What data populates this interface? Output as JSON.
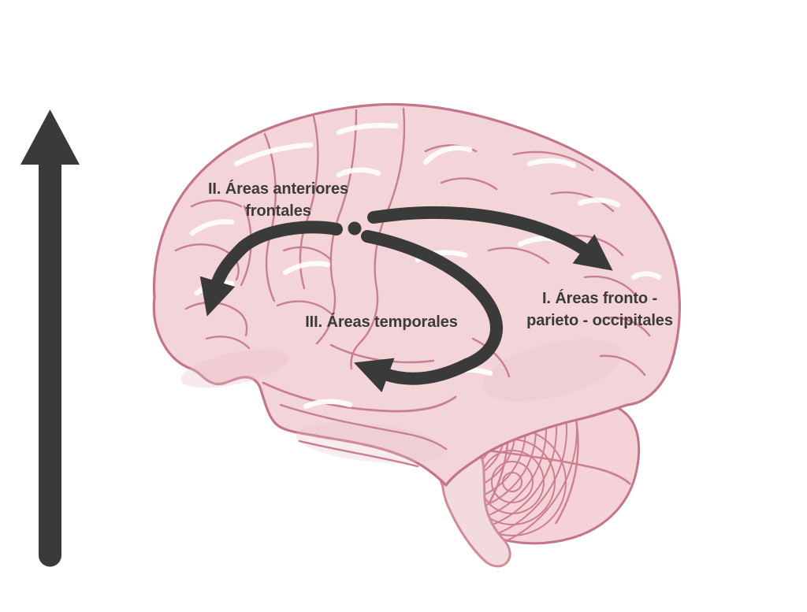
{
  "colors": {
    "background": "#ffffff",
    "arrow": "#3a3a3a",
    "text": "#3b3b3b",
    "brain_fill": "#f3d4d8",
    "brain_outline": "#c3758a",
    "cerebellum_fill": "#f4d2d7",
    "cerebellum_stripe": "#c9808f",
    "brainstem_fill": "#f3dadd",
    "gyri_line": "#c87f90",
    "highlight": "#ffffff"
  },
  "labels": {
    "area1_line1": "I. Áreas fronto -",
    "area1_line2": "parieto - occipitales",
    "area2_line1": "II. Áreas anteriores",
    "area2_line2": "frontales",
    "area3_line1": "III. Áreas temporales"
  }
}
